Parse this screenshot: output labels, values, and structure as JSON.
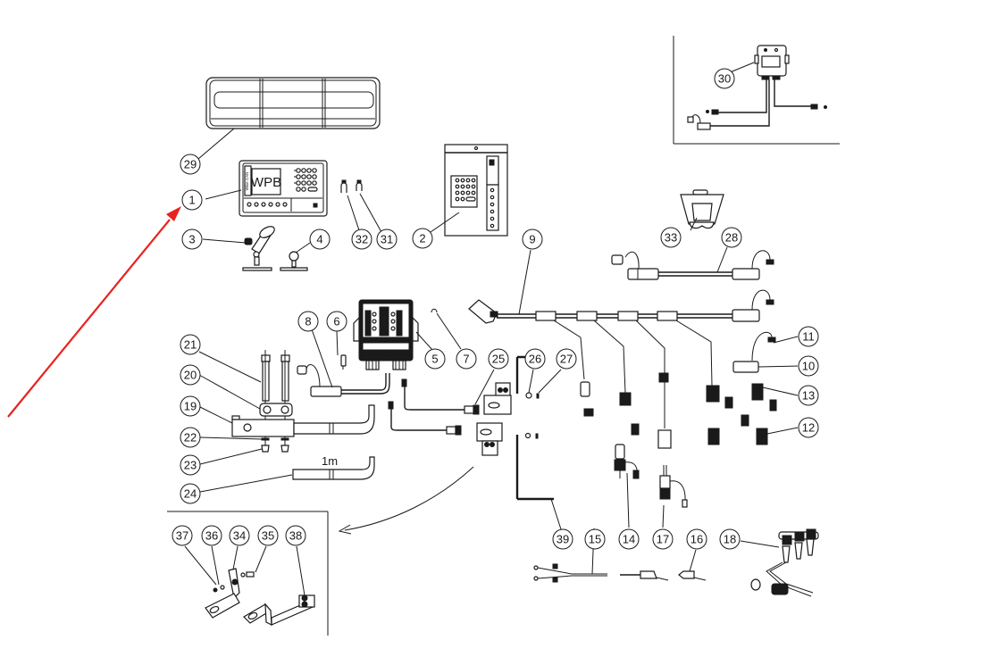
{
  "diagram": {
    "type": "exploded-parts-diagram",
    "terminal_screen_text": "WPB",
    "terminal_brand_text": "Wise CAN",
    "length_label": "1m",
    "annotation_arrow_color": "#e8231f",
    "line_color": "#1a1a1a",
    "callouts": [
      {
        "id": "1",
        "label": "1",
        "part": "display-terminal"
      },
      {
        "id": "2",
        "label": "2",
        "part": "terminal-cover"
      },
      {
        "id": "3",
        "label": "3",
        "part": "ram-mount-arm"
      },
      {
        "id": "4",
        "label": "4",
        "part": "ball-mount-base"
      },
      {
        "id": "5",
        "label": "5",
        "part": "control-module"
      },
      {
        "id": "6",
        "label": "6",
        "part": "fuse"
      },
      {
        "id": "7",
        "label": "7",
        "part": "clip"
      },
      {
        "id": "8",
        "label": "8",
        "part": "power-cable"
      },
      {
        "id": "9",
        "label": "9",
        "part": "main-harness"
      },
      {
        "id": "10",
        "label": "10",
        "part": "connector"
      },
      {
        "id": "11",
        "label": "11",
        "part": "connector-cap"
      },
      {
        "id": "12",
        "label": "12",
        "part": "round-connector"
      },
      {
        "id": "13",
        "label": "13",
        "part": "round-connector-cap"
      },
      {
        "id": "14",
        "label": "14",
        "part": "sensor-connector"
      },
      {
        "id": "15",
        "label": "15",
        "part": "battery-cable"
      },
      {
        "id": "16",
        "label": "16",
        "part": "terminal-end"
      },
      {
        "id": "17",
        "label": "17",
        "part": "sensor-plug"
      },
      {
        "id": "18",
        "label": "18",
        "part": "socket-harness"
      },
      {
        "id": "19",
        "label": "19",
        "part": "load-cell-bar"
      },
      {
        "id": "20",
        "label": "20",
        "part": "spacer-plate"
      },
      {
        "id": "21",
        "label": "21",
        "part": "bolt"
      },
      {
        "id": "22",
        "label": "22",
        "part": "washer"
      },
      {
        "id": "23",
        "label": "23",
        "part": "nut"
      },
      {
        "id": "24",
        "label": "24",
        "part": "extension-bar"
      },
      {
        "id": "25",
        "label": "25",
        "part": "sensor-cable"
      },
      {
        "id": "26",
        "label": "26",
        "part": "washer-small"
      },
      {
        "id": "27",
        "label": "27",
        "part": "screw"
      },
      {
        "id": "28",
        "label": "28",
        "part": "extension-cable"
      },
      {
        "id": "29",
        "label": "29",
        "part": "carry-case"
      },
      {
        "id": "30",
        "label": "30",
        "part": "gps-module"
      },
      {
        "id": "31",
        "label": "31",
        "part": "clip-a"
      },
      {
        "id": "32",
        "label": "32",
        "part": "clip-b"
      },
      {
        "id": "33",
        "label": "33",
        "part": "bracket-cover"
      },
      {
        "id": "34",
        "label": "34",
        "part": "angle-bracket"
      },
      {
        "id": "35",
        "label": "35",
        "part": "bolt-small"
      },
      {
        "id": "36",
        "label": "36",
        "part": "washer-tiny"
      },
      {
        "id": "37",
        "label": "37",
        "part": "nut-small"
      },
      {
        "id": "38",
        "label": "38",
        "part": "mount-bracket"
      },
      {
        "id": "39",
        "label": "39",
        "part": "mounting-angle"
      }
    ]
  }
}
